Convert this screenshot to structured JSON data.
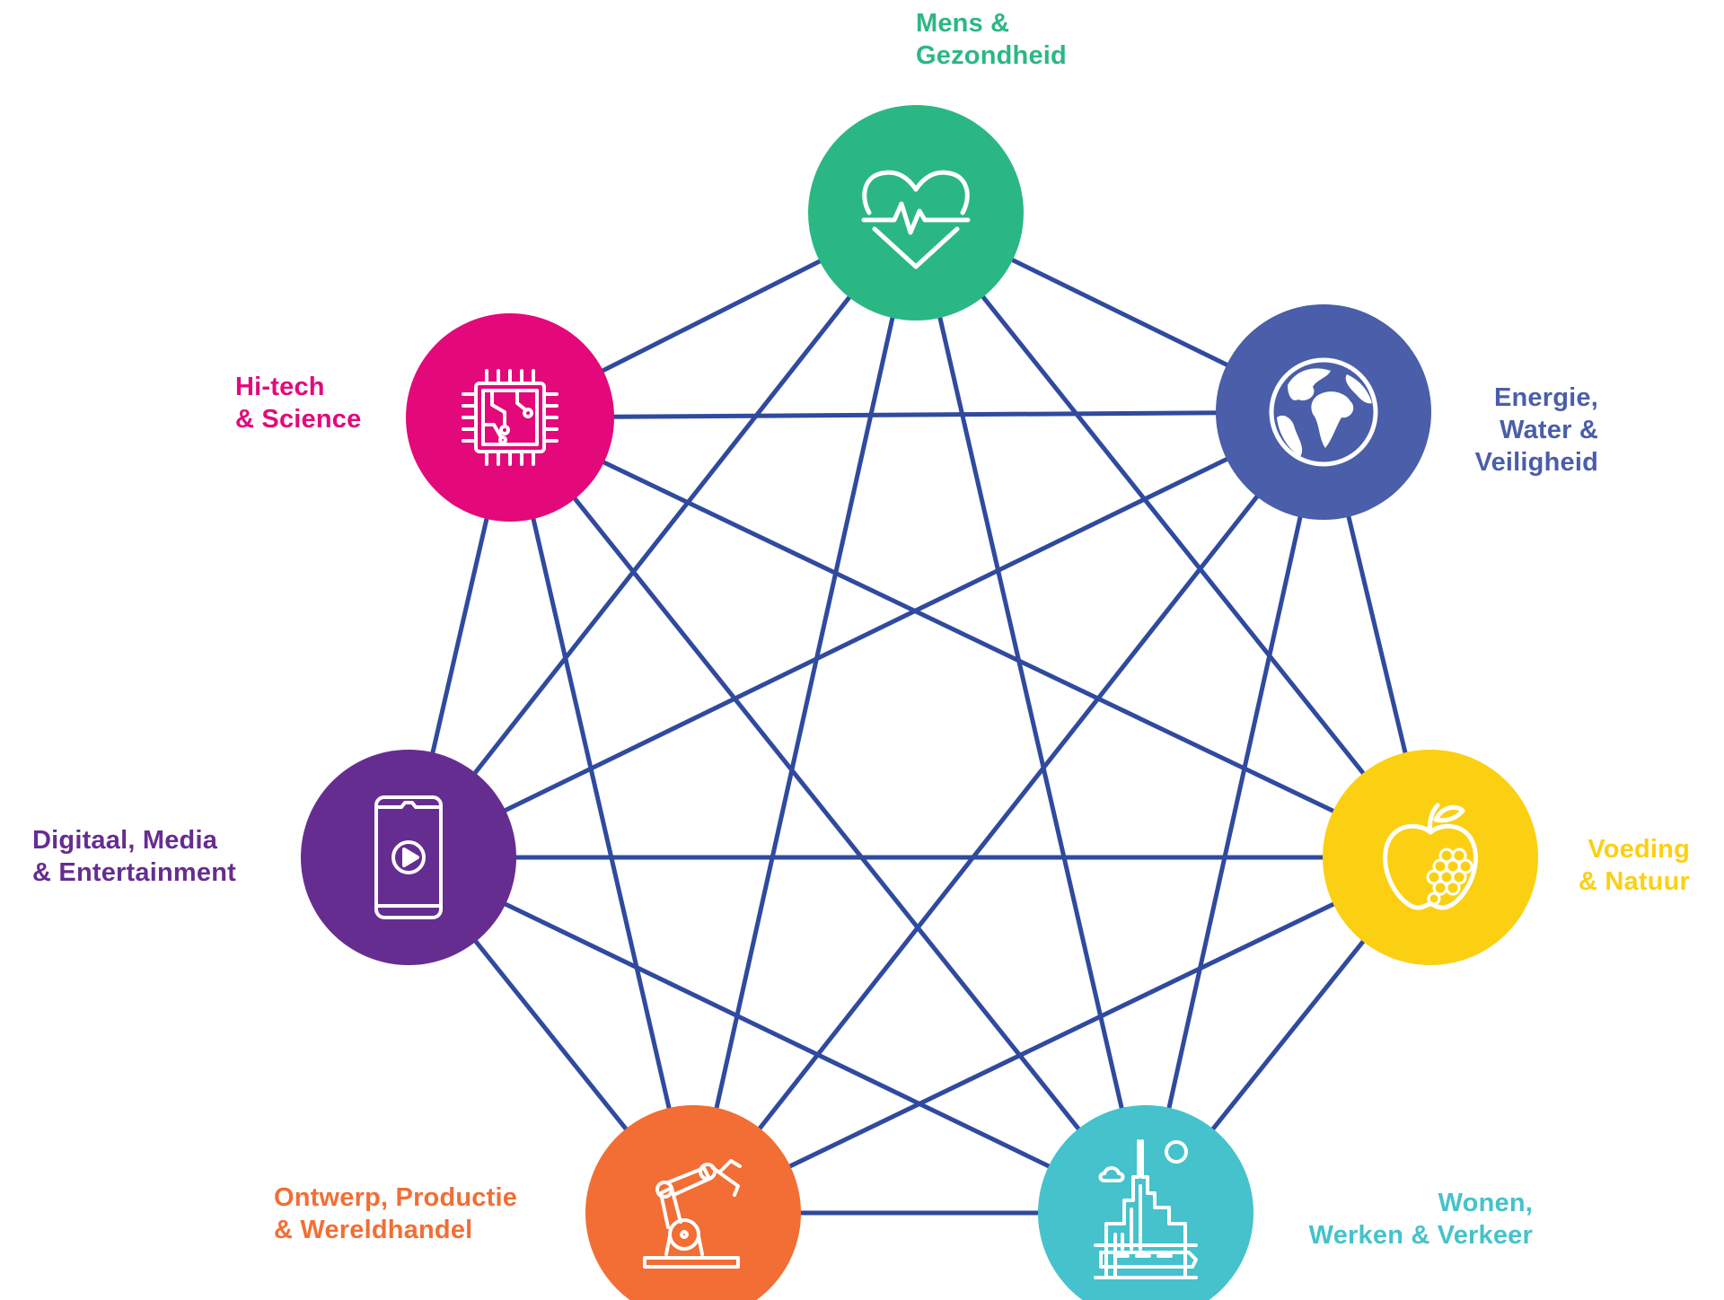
{
  "nodes": [
    {
      "id": "mens",
      "lines": [
        "Mens &",
        "Gezondheid"
      ],
      "color": "#2bb784",
      "icon": "heart-pulse-icon"
    },
    {
      "id": "energie",
      "lines": [
        "Energie,",
        "Water &",
        "Veiligheid"
      ],
      "color": "#4a5ea9",
      "icon": "globe-icon"
    },
    {
      "id": "voeding",
      "lines": [
        "Voeding",
        "& Natuur"
      ],
      "color": "#fcd012",
      "icon": "apple-icon"
    },
    {
      "id": "wonen",
      "lines": [
        "Wonen,",
        "Werken & Verkeer"
      ],
      "color": "#45c2cc",
      "icon": "city-skyline-icon"
    },
    {
      "id": "ontwerp",
      "lines": [
        "Ontwerp, Productie",
        "& Wereldhandel"
      ],
      "color": "#f26e35",
      "icon": "robot-arm-icon"
    },
    {
      "id": "digitaal",
      "lines": [
        "Digitaal, Media",
        "& Entertainment"
      ],
      "color": "#662d91",
      "icon": "smartphone-play-icon"
    },
    {
      "id": "hitech",
      "lines": [
        "Hi-tech",
        "& Science"
      ],
      "color": "#e3097b",
      "icon": "microchip-icon"
    }
  ],
  "connections": "all-to-all",
  "line_color": "#2f4a9e"
}
